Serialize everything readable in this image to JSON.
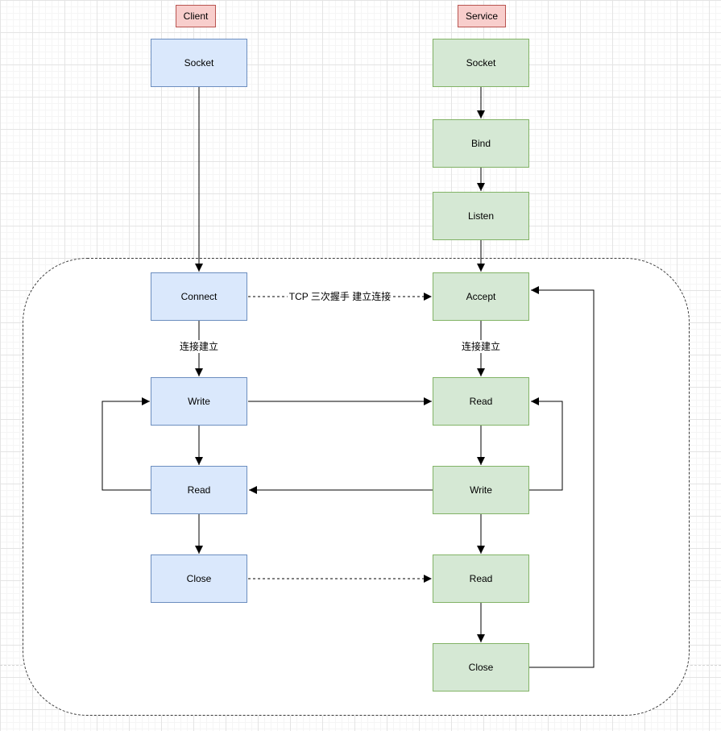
{
  "diagram": {
    "headers": {
      "client": "Client",
      "service": "Service"
    },
    "client_nodes": {
      "socket": "Socket",
      "connect": "Connect",
      "write": "Write",
      "read": "Read",
      "close": "Close"
    },
    "service_nodes": {
      "socket": "Socket",
      "bind": "Bind",
      "listen": "Listen",
      "accept": "Accept",
      "read1": "Read",
      "write": "Write",
      "read2": "Read",
      "close": "Close"
    },
    "edge_labels": {
      "handshake": "TCP 三次握手 建立连接",
      "client_established": "连接建立",
      "service_established": "连接建立"
    },
    "colors": {
      "client_fill": "#dae8fc",
      "client_stroke": "#6c8ebf",
      "service_fill": "#d5e8d4",
      "service_stroke": "#82b366",
      "header_fill": "#f8cecc",
      "header_stroke": "#b85450",
      "arrow": "#000000",
      "boundary_stroke": "#3b3b3b"
    }
  }
}
